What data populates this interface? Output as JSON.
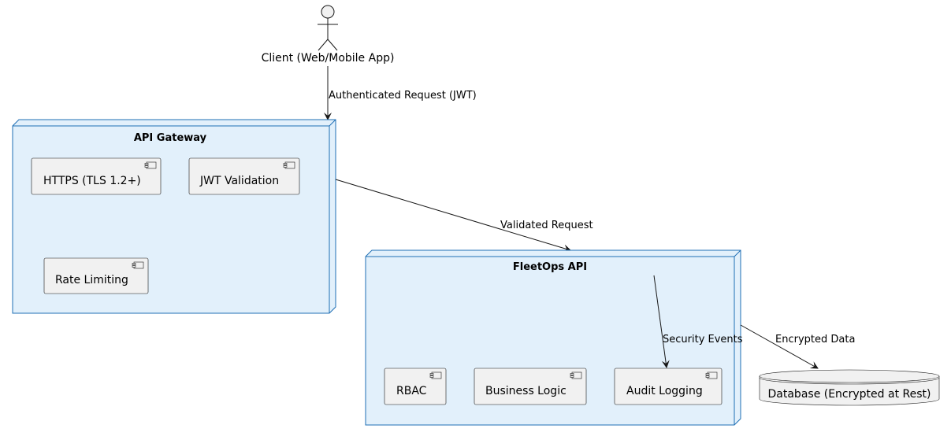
{
  "actor": {
    "label": "Client (Web/Mobile App)"
  },
  "nodes": {
    "gateway": {
      "title": "API Gateway",
      "components": [
        "HTTPS (TLS 1.2+)",
        "JWT Validation",
        "Rate Limiting"
      ]
    },
    "fleetops": {
      "title": "FleetOps API",
      "components": [
        "RBAC",
        "Business Logic",
        "Audit Logging"
      ]
    }
  },
  "database": {
    "label": "Database (Encrypted at Rest)"
  },
  "edges": {
    "client_to_gateway": "Authenticated Request (JWT)",
    "gateway_to_fleetops": "Validated Request",
    "security_events": "Security Events",
    "fleetops_to_db": "Encrypted Data"
  },
  "colors": {
    "node_fill": "#E2F0FB",
    "node_border": "#1F6FB5",
    "component_fill": "#F1F1F1",
    "component_border": "#181818"
  }
}
